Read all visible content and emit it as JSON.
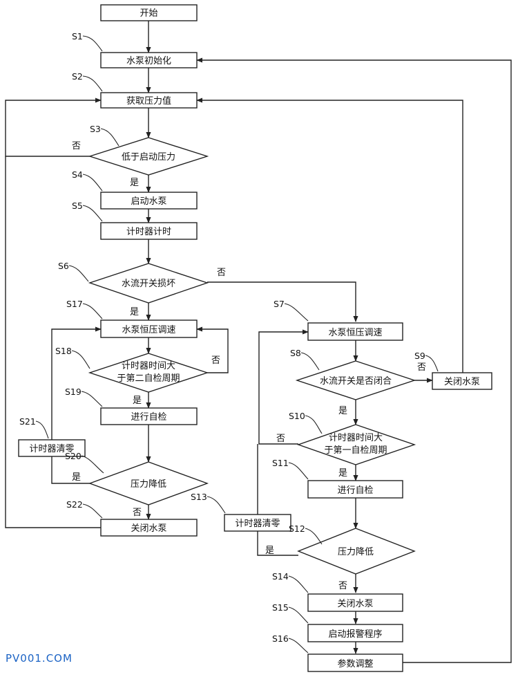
{
  "nodes": {
    "start": "开始",
    "s1": "水泵初始化",
    "s2": "获取压力值",
    "s3": "低于启动压力",
    "s4": "启动水泵",
    "s5": "计时器计时",
    "s6": "水流开关损坏",
    "s17": "水泵恒压调速",
    "s18_l1": "计时器时间大",
    "s18_l2": "于第二自检周期",
    "s19": "进行自检",
    "s21": "计时器清零",
    "s20": "压力降低",
    "s22": "关闭水泵",
    "s7": "水泵恒压调速",
    "s8": "水流开关是否闭合",
    "s9": "关闭水泵",
    "s10_l1": "计时器时间大",
    "s10_l2": "于第一自检周期",
    "s11": "进行自检",
    "s13": "计时器清零",
    "s12": "压力降低",
    "s14": "关闭水泵",
    "s15": "启动报警程序",
    "s16": "参数调整"
  },
  "steps": {
    "s1": "S1",
    "s2": "S2",
    "s3": "S3",
    "s4": "S4",
    "s5": "S5",
    "s6": "S6",
    "s7": "S7",
    "s8": "S8",
    "s9": "S9",
    "s10": "S10",
    "s11": "S11",
    "s12": "S12",
    "s13": "S13",
    "s14": "S14",
    "s15": "S15",
    "s16": "S16",
    "s17": "S17",
    "s18": "S18",
    "s19": "S19",
    "s20": "S20",
    "s21": "S21",
    "s22": "S22"
  },
  "branch": {
    "yes": "是",
    "no": "否"
  },
  "watermark": "PV001.COM"
}
